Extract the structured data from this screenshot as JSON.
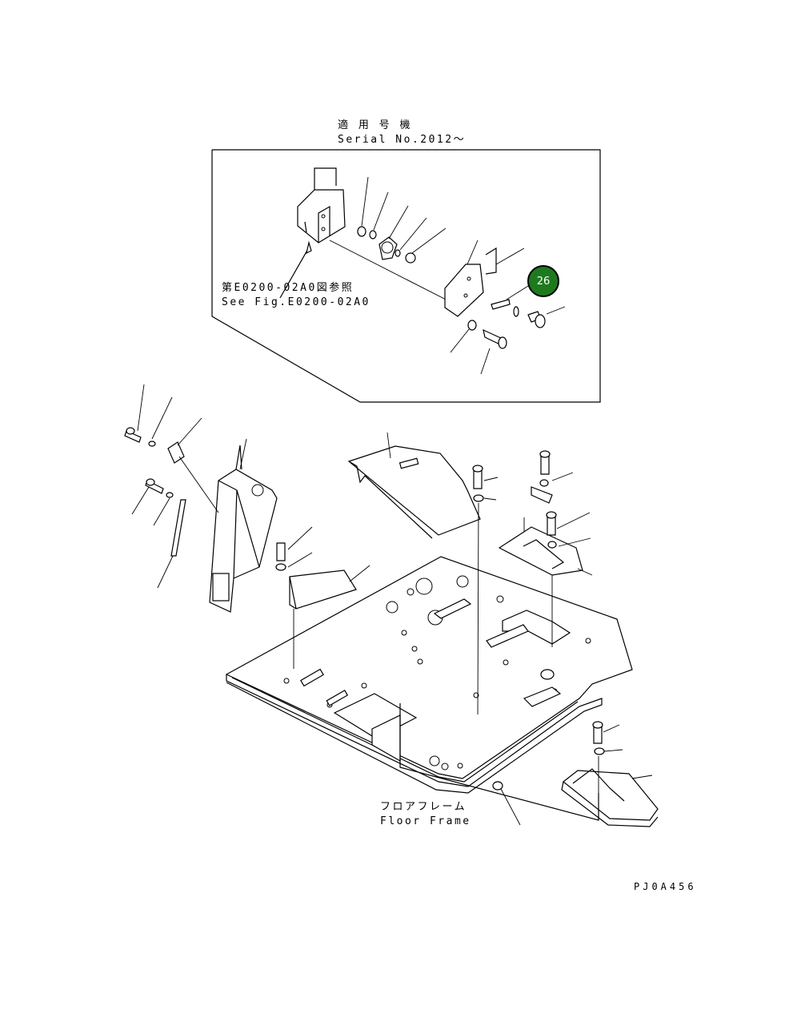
{
  "header": {
    "jp_applicable": "適 用 号 機",
    "serial": "Serial No.2012～"
  },
  "reference": {
    "jp": "第E0200-02A0図参照",
    "en": "See Fig.E0200-02A0"
  },
  "floor_frame": {
    "jp": "フロアフレーム",
    "en": "Floor Frame"
  },
  "callout": {
    "number": "26",
    "color": "#1e7a1e"
  },
  "figure_code": "PJ0A456"
}
